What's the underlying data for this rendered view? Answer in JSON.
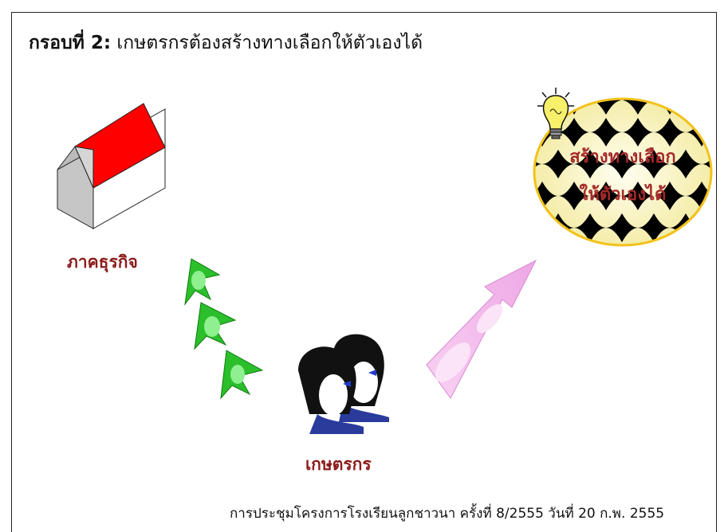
{
  "title": {
    "lead": "กรอบที่ 2:",
    "text": "เกษตรกรต้องสร้างทางเลือกให้ตัวเองได้"
  },
  "labels": {
    "business": "ภาคธุรกิจ",
    "farmer": "เกษตรกร",
    "bubble_line1": "สร้างทางเลือก",
    "bubble_line2": "ให้ตัวเองได้"
  },
  "footer": "การประชุมโครงการโรงเรียนลูกชาวนา ครั้งที่ 8/2555 วันที่ 20 ก.พ. 2555",
  "colors": {
    "roof": "#ff0000",
    "label_text": "#8b1a1a",
    "bubble_fill": "#fffbd6",
    "bubble_border": "#f2c21b",
    "green_arrows": "#2bbf2b",
    "pink_arrow": "#f4b8ec"
  },
  "icons": [
    "house-icon",
    "lightbulb-icon",
    "farmer-people-icon",
    "green-arrow-icon",
    "pink-arrow-icon"
  ]
}
